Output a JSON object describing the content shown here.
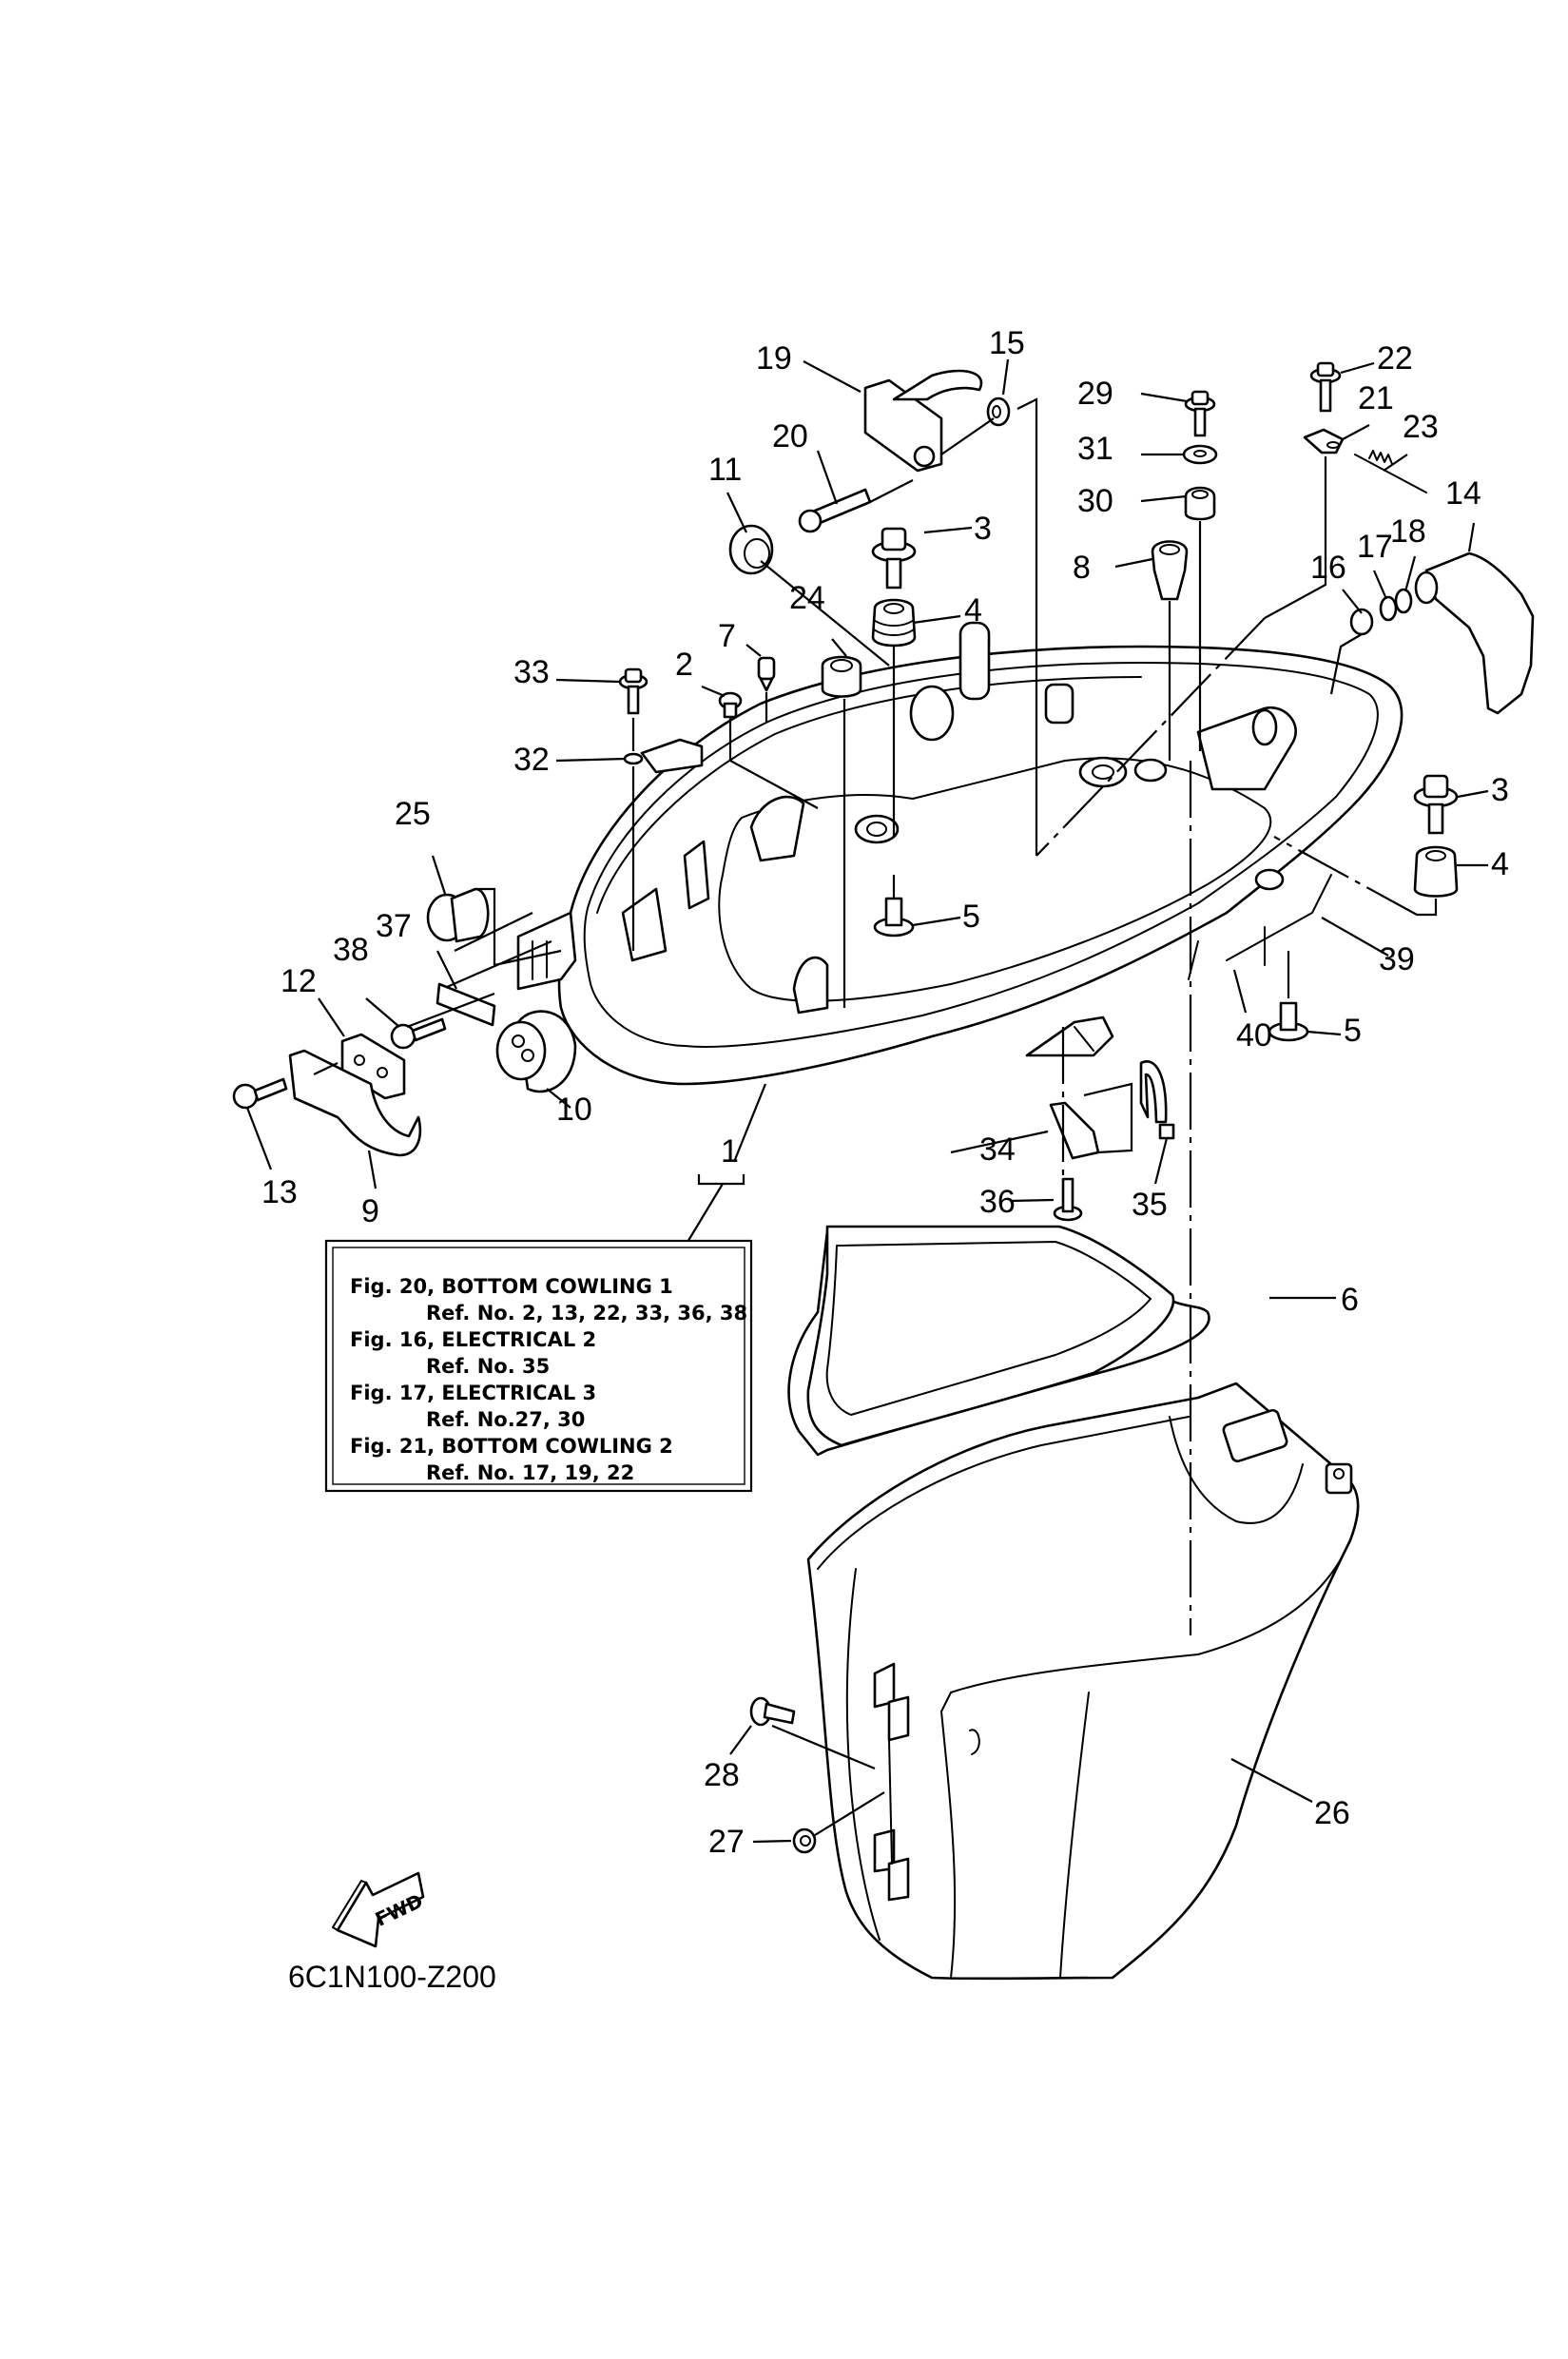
{
  "diagram": {
    "title": "BOTTOM COWLING",
    "code": "6C1N100-Z200",
    "fwd_label": "FWD",
    "callouts": {
      "c1": "1",
      "c2": "2",
      "c3a": "3",
      "c3b": "3",
      "c4a": "4",
      "c4b": "4",
      "c5a": "5",
      "c5b": "5",
      "c6": "6",
      "c7": "7",
      "c8": "8",
      "c9": "9",
      "c10": "10",
      "c11": "11",
      "c12": "12",
      "c13": "13",
      "c14": "14",
      "c15": "15",
      "c16": "16",
      "c17": "17",
      "c18": "18",
      "c19": "19",
      "c20": "20",
      "c21": "21",
      "c22": "22",
      "c23": "23",
      "c24": "24",
      "c25": "25",
      "c26": "26",
      "c27": "27",
      "c28": "28",
      "c29": "29",
      "c30": "30",
      "c31": "31",
      "c32": "32",
      "c33": "33",
      "c34": "34",
      "c35": "35",
      "c36": "36",
      "c37": "37",
      "c38": "38",
      "c39": "39",
      "c40": "40"
    },
    "reference_box": [
      {
        "fig": "Fig. 20, BOTTOM COWLING 1",
        "ref": "Ref. No. 2, 13, 22, 33, 36, 38"
      },
      {
        "fig": "Fig. 16, ELECTRICAL 2",
        "ref": "Ref. No. 35"
      },
      {
        "fig": "Fig. 17, ELECTRICAL 3",
        "ref": "Ref. No.27, 30"
      },
      {
        "fig": "Fig. 21, BOTTOM COWLING 2",
        "ref": "Ref. No. 17, 19, 22"
      }
    ]
  }
}
